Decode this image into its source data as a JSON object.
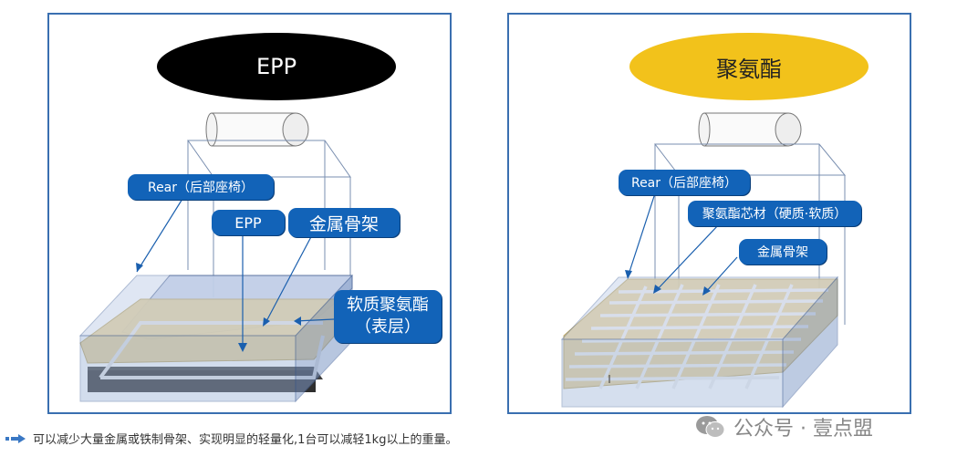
{
  "left_panel": {
    "title": "EPP",
    "labels": {
      "rear": "Rear（后部座椅）",
      "epp": "EPP",
      "metal_frame": "金属骨架",
      "soft_pu_line1": "软质聚氨酯",
      "soft_pu_line2": "（表层）"
    },
    "colors": {
      "oval": "#000000",
      "title_text": "#ffffff"
    }
  },
  "right_panel": {
    "title": "聚氨酯",
    "labels": {
      "rear": "Rear（后部座椅）",
      "pu_core": "聚氨酯芯材（硬质·软质）",
      "metal_frame": "金属骨架"
    },
    "colors": {
      "oval": "#f2c21b",
      "title_text": "#222222"
    }
  },
  "footer": {
    "text": "可以减少大量金属或铁制骨架、实现明显的轻量化,1台可以减轻1kg以上的重量。"
  },
  "watermark": {
    "text": "公众号 · 壹点盟",
    "icon": "wechat-icon"
  },
  "colors": {
    "label_bg": "#1263b8",
    "panel_border": "#3a6fb0"
  }
}
